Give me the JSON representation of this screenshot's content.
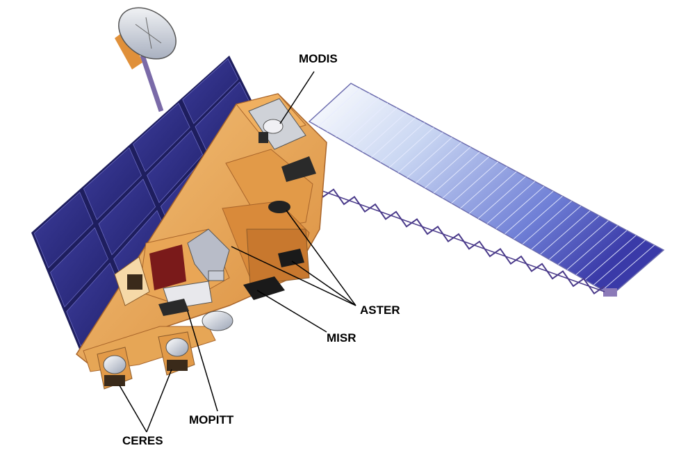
{
  "labels": {
    "modis": "MODIS",
    "aster": "ASTER",
    "misr": "MISR",
    "mopitt": "MOPITT",
    "ceres": "CERES"
  },
  "colors": {
    "solar_cell": "#2f2f88",
    "solar_wing": "#5a62c8",
    "body_gold": "#e6a050",
    "body_dark": "#b46a2c",
    "leader_line": "#000000"
  }
}
